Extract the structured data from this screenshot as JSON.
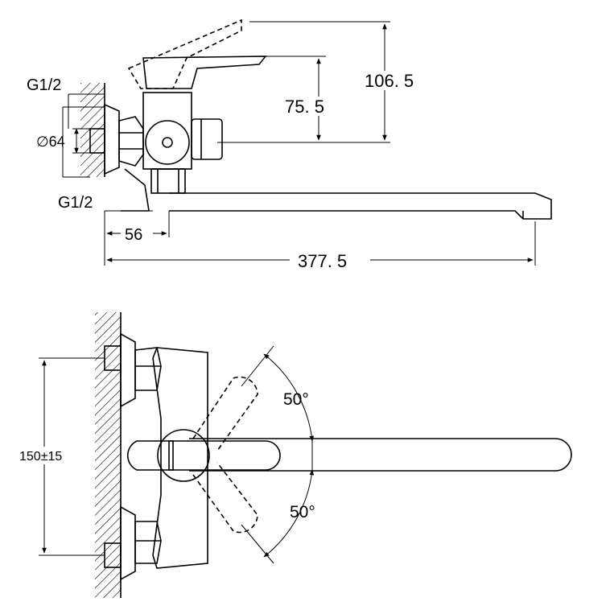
{
  "side_view": {
    "dimensions": {
      "height_total": "106. 5",
      "height_mid": "75. 5",
      "thread_top": "G1/2",
      "thread_bottom": "G1/2",
      "diameter": "∅64",
      "offset": "56",
      "length": "377. 5"
    }
  },
  "top_view": {
    "dimensions": {
      "angle_upper": "50°",
      "angle_lower": "50°",
      "centers": "150±15"
    }
  },
  "colors": {
    "line": "#000000",
    "background": "#ffffff"
  }
}
